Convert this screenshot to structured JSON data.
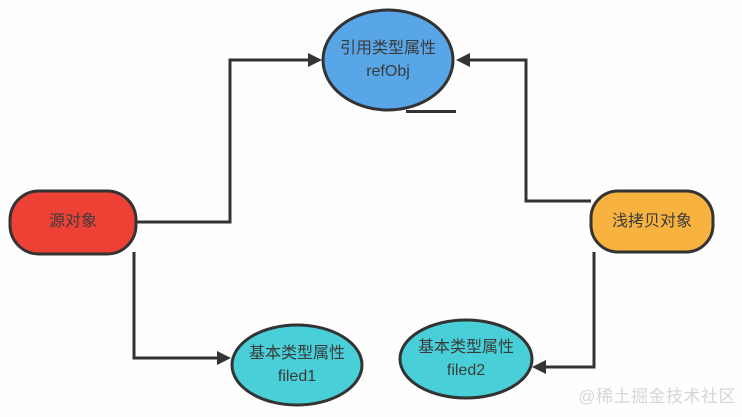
{
  "diagram": {
    "colors": {
      "background": "#FEFEFE",
      "stroke": "#333333",
      "text": "#3B3B3B",
      "watermark": "#D6D6D6"
    },
    "nodes": {
      "ref_obj": {
        "shape": "ellipse",
        "line1": "引用类型属性",
        "line2": "refObj",
        "fill": "#58A5E8"
      },
      "source": {
        "shape": "rounded-rect",
        "label": "源对象",
        "fill": "#EE4136"
      },
      "shallow_copy": {
        "shape": "rounded-rect",
        "label": "浅拷贝对象",
        "fill": "#F8B240"
      },
      "field1": {
        "shape": "ellipse",
        "line1": "基本类型属性",
        "line2": "filed1",
        "fill": "#49CFD8"
      },
      "field2": {
        "shape": "ellipse",
        "line1": "基本类型属性",
        "line2": "filed2",
        "fill": "#49CFD8"
      }
    },
    "edges": [
      {
        "name": "source-to-refobj",
        "from": "source",
        "to": "ref_obj"
      },
      {
        "name": "source-to-field1",
        "from": "source",
        "to": "field1"
      },
      {
        "name": "shallow-copy-to-refobj",
        "from": "shallow_copy",
        "to": "ref_obj"
      },
      {
        "name": "shallow-copy-to-field2",
        "from": "shallow_copy",
        "to": "field2"
      }
    ],
    "watermark": {
      "text": "@稀土掘金技术社区"
    }
  }
}
